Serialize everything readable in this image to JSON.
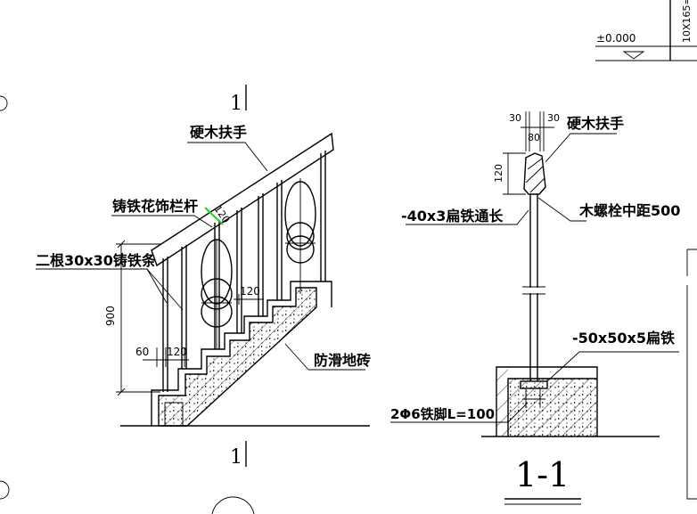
{
  "elevation": {
    "level": "±0.000",
    "step_dim": "10X165="
  },
  "stair_elevation": {
    "section_mark_top": "1",
    "section_mark_bottom": "1",
    "labels": {
      "handrail": "硬木扶手",
      "baluster": "铸铁花饰栏杆",
      "square_bars": "二根30x30铸铁条",
      "tile": "防滑地砖"
    },
    "dims": {
      "height": "900",
      "gap": "60",
      "spacing": "120",
      "upper_spacing": "120",
      "handrail_size": "120"
    }
  },
  "section_1_1": {
    "title": "1-1",
    "labels": {
      "handrail": "硬木扶手",
      "flat_bar": "-40x3扁铁通长",
      "bolt": "木螺栓中距500",
      "plate": "-50x50x5扁铁",
      "anchor": "2Φ6铁脚L=100"
    },
    "dims": {
      "left": "30",
      "right": "30",
      "width": "80",
      "height": "120"
    }
  }
}
